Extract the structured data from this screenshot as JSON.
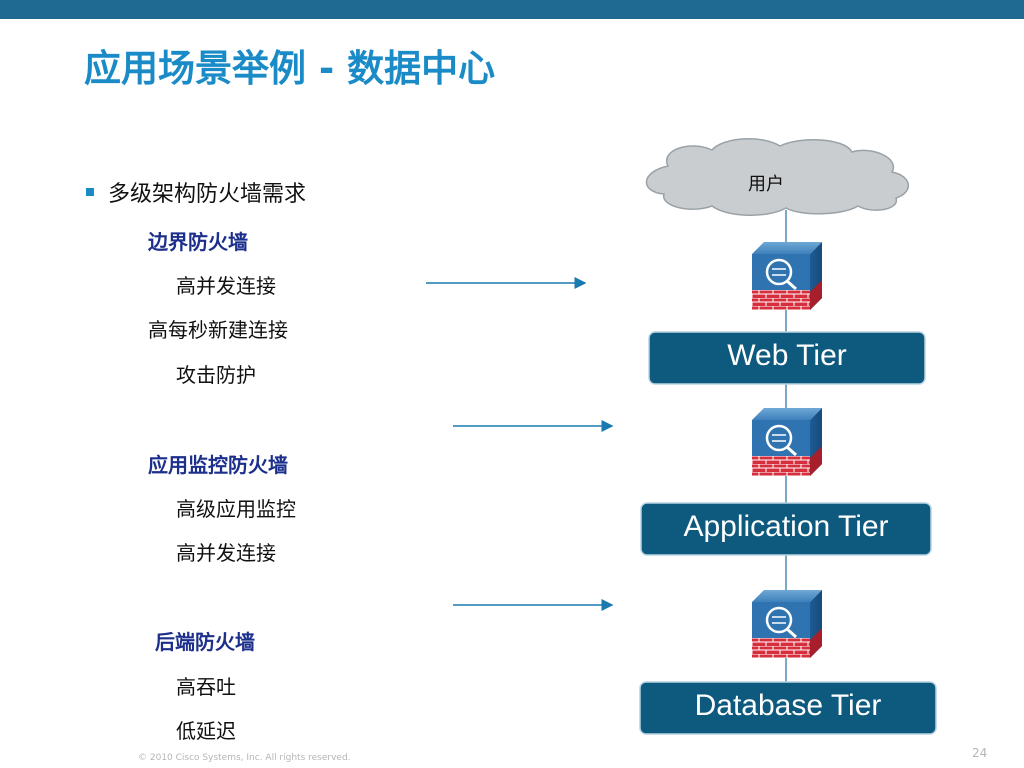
{
  "slide": {
    "title": "应用场景举例 - 数据中心",
    "footer": "© 2010 Cisco Systems, Inc. All rights reserved.",
    "page_number": "24"
  },
  "content": {
    "bullet": "多级架构防火墙需求",
    "groups": [
      {
        "heading": "边界防火墙",
        "items": [
          "高并发连接",
          "高每秒新建连接",
          "攻击防护"
        ]
      },
      {
        "heading": "应用监控防火墙",
        "items": [
          "高级应用监控",
          "高并发连接"
        ]
      },
      {
        "heading": "后端防火墙",
        "items": [
          "高吞吐",
          "低延迟"
        ]
      }
    ]
  },
  "diagram": {
    "cloud_label": "用户",
    "tiers": [
      "Web Tier",
      "Application Tier",
      "Database Tier"
    ],
    "firewall_icon": "firewall-icon",
    "colors": {
      "tier_box": "#0e5a7e",
      "firewall_blue": "#2f74b0",
      "firewall_brick": "#d62e3c",
      "title": "#1a8bc7",
      "heading": "#1c2f8c"
    }
  }
}
